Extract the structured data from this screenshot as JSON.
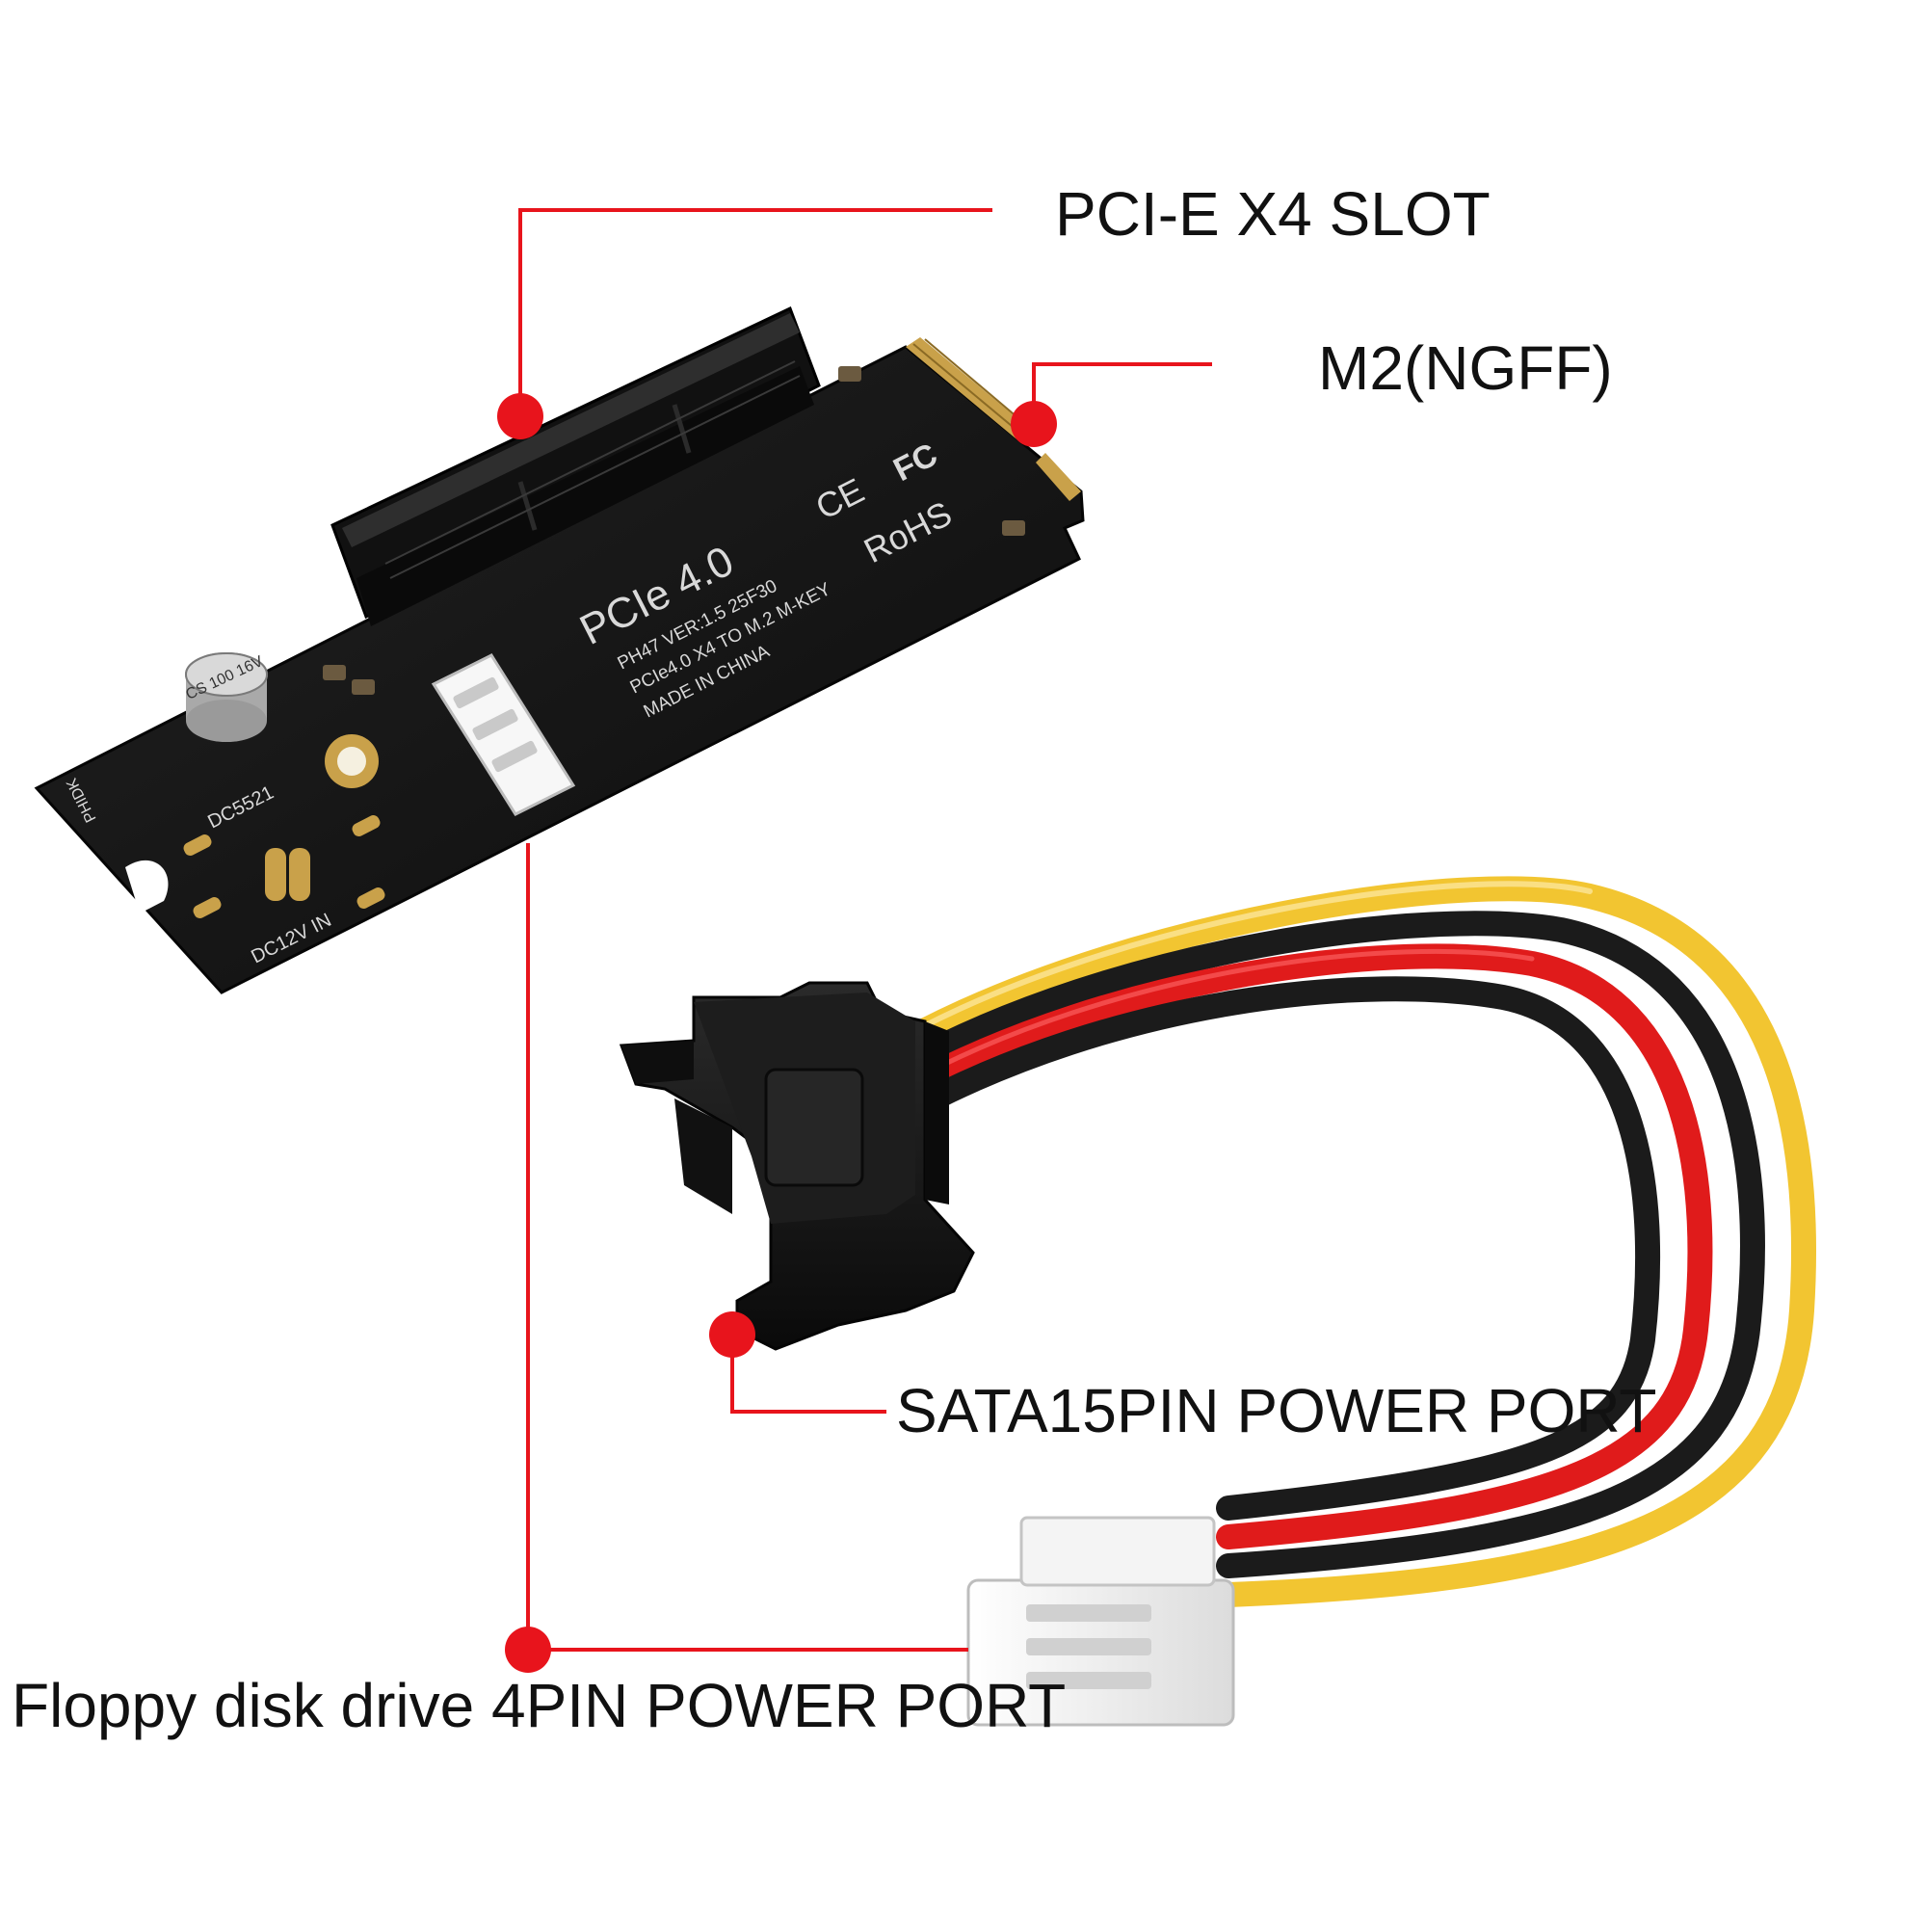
{
  "callouts": {
    "pcie_slot": "PCI-E X4 SLOT",
    "m2": "M2(NGFF)",
    "sata_power": "SATA15PIN  POWER PORT",
    "floppy_power": "Floppy disk drive 4PIN POWER PORT"
  },
  "board": {
    "pcie_version": "PCIe 4.0",
    "model_line": "PH47  VER:1.5  25F30",
    "desc_line": "PCIe4.0 X4 TO M.2 M-KEY",
    "origin_line": "MADE IN CHINA",
    "rohs": "RoHS",
    "ce": "CE",
    "fc": "FC",
    "power_jack": "DC5521",
    "power_in": "DC12V IN",
    "capacitor": "CS 100 16V",
    "brand": "PHIDK"
  },
  "colors": {
    "callout_red": "#e8141c",
    "pcb_black": "#151515",
    "wire_yellow": "#f2c531",
    "wire_red": "#e01b1b",
    "wire_black": "#1b1b1b",
    "gold": "#c9a14a"
  }
}
